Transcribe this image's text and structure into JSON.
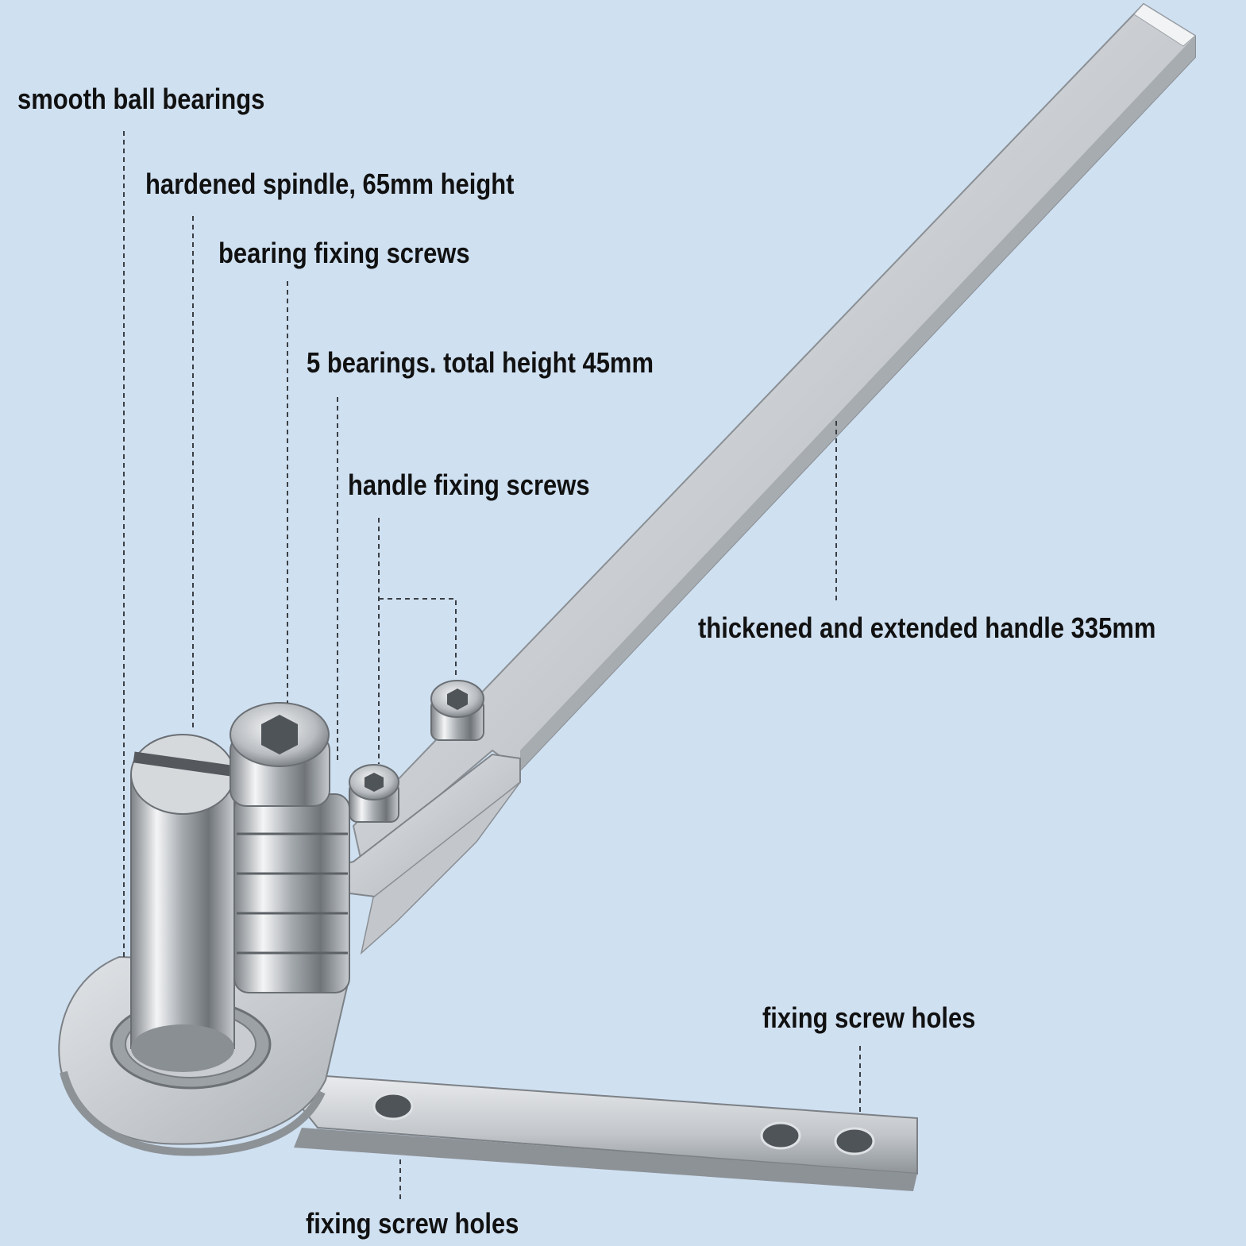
{
  "labels": {
    "smooth_ball_bearings": "smooth ball bearings",
    "hardened_spindle": "hardened spindle, 65mm height",
    "bearing_fixing_screws": "bearing fixing screws",
    "five_bearings": "5 bearings. total height 45mm",
    "handle_fixing_screws": "handle fixing screws",
    "thickened_handle": "thickened and extended handle 335mm",
    "fixing_screw_holes_right": "fixing screw holes",
    "fixing_screw_holes_bottom": "fixing screw holes"
  },
  "colors": {
    "background": "#cfe0f1",
    "steel_light": "#e8eaec",
    "steel_mid": "#b9bdc1",
    "steel_dark": "#7c8186",
    "text": "#111111"
  }
}
